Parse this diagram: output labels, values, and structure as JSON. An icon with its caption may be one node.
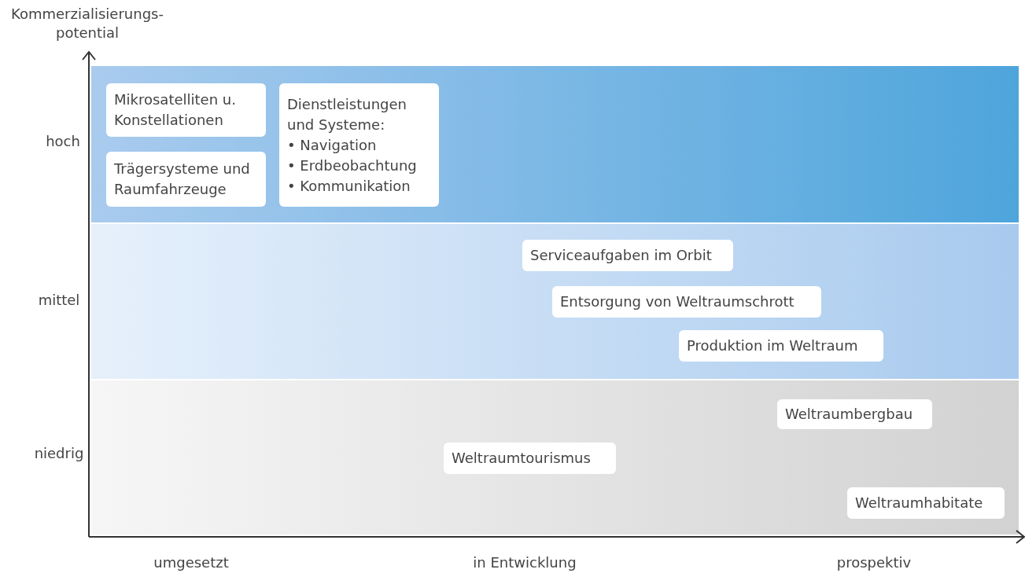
{
  "diagram": {
    "nodes": [
      {
        "text": [
          "Mikrosatelliten u. Konstellationen"
        ]
      },
      {
        "text": [
          "Trägersysteme und Raumfahrzeuge"
        ]
      },
      {
        "text": [
          "Dienstleistungen und Systeme:",
          "• Navigation",
          "• Erdbeobachtung",
          "• Kommunikation"
        ]
      },
      {
        "text": [
          "Serviceaufgaben im Orbit"
        ]
      },
      {
        "text": [
          "Entsorgung von Weltraumschrott"
        ]
      },
      {
        "text": [
          "Produktion im Weltraum"
        ]
      },
      {
        "text": [
          "Weltraumbergbau"
        ]
      },
      {
        "text": [
          "Weltraumtourismus"
        ]
      },
      {
        "text": [
          "Weltraumhabitate"
        ]
      }
    ],
    "labels": [
      "Kommerzialisierungs-potential",
      "hoch",
      "mittel",
      "niedrig",
      "umgesetzt",
      "in Entwicklung",
      "prospektiv"
    ]
  }
}
